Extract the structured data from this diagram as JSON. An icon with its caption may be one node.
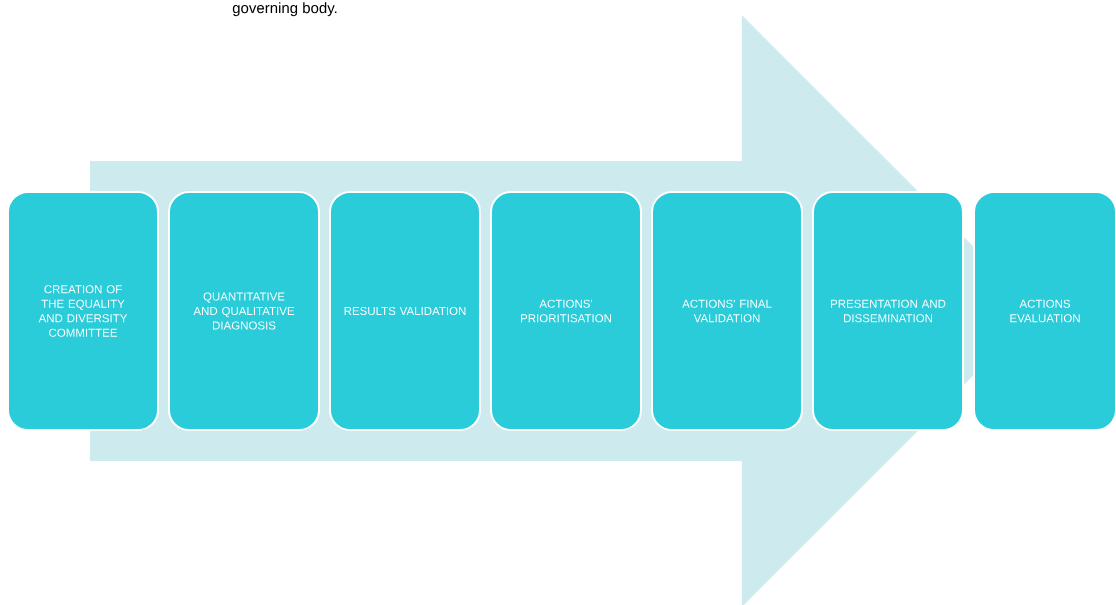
{
  "diagram": {
    "nodes": [
      {
        "text": [
          "CREATION OF THE EQUALITY AND DIVERSITY COMMITTEE"
        ]
      },
      {
        "text": [
          "QUANTITATIVE AND QUALITATIVE DIAGNOSIS"
        ]
      },
      {
        "text": [
          "RESULTS VALIDATION"
        ]
      },
      {
        "text": [
          "ACTIONS' PRIORITISATION"
        ]
      },
      {
        "text": [
          "ACTIONS' FINAL VALIDATION"
        ]
      },
      {
        "text": [
          "PRESENTATION AND DISSEMINATION"
        ]
      },
      {
        "text": [
          "ACTIONS EVALUATION"
        ]
      }
    ],
    "edges": [
      {
        "from": 0,
        "to": 6,
        "arrow": "to"
      }
    ],
    "labels": [
      "governing body."
    ]
  }
}
